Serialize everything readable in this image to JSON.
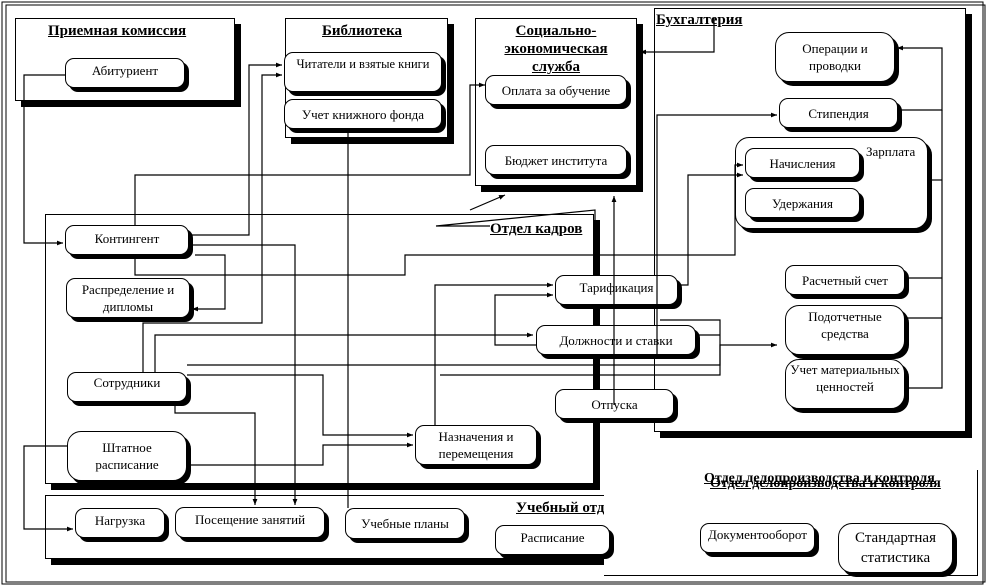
{
  "groups": {
    "admissions": {
      "title": "Приемная комиссия",
      "nodes": [
        "Абитуриент"
      ]
    },
    "library": {
      "title": "Библиотека",
      "nodes": [
        "Читатели и взятые книги",
        "Учет книжного фонда"
      ]
    },
    "socio_economic": {
      "title": "Социально-экономическая служба",
      "nodes": [
        "Оплата за обучение",
        "Бюджет института"
      ]
    },
    "accounting": {
      "title": "Бухгалтерия",
      "nodes": [
        "Операции и проводки",
        "Стипендия",
        "Расчетный счет",
        "Подотчетные средства",
        "Учет материальных ценностей"
      ],
      "salary": {
        "title": "Зарплата",
        "nodes": [
          "Начисления",
          "Удержания"
        ]
      }
    },
    "hr": {
      "title": "Отдел кадров",
      "nodes": [
        "Контингент",
        "Распределение и дипломы",
        "Сотрудники",
        "Штатное расписание",
        "Назначения и перемещения",
        "Тарификация",
        "Должности и ставки",
        "Отпуска"
      ]
    },
    "academic": {
      "title": "Учебный отдел",
      "nodes": [
        "Нагрузка",
        "Посещение занятий",
        "Учебные планы",
        "Расписание"
      ]
    },
    "records": {
      "title": "Отдел делопроизводства и контроля",
      "title_overlap": "Отдел делопроизводства и контроля",
      "nodes": [
        "Документооборот",
        "Стандартная статистика"
      ]
    }
  }
}
